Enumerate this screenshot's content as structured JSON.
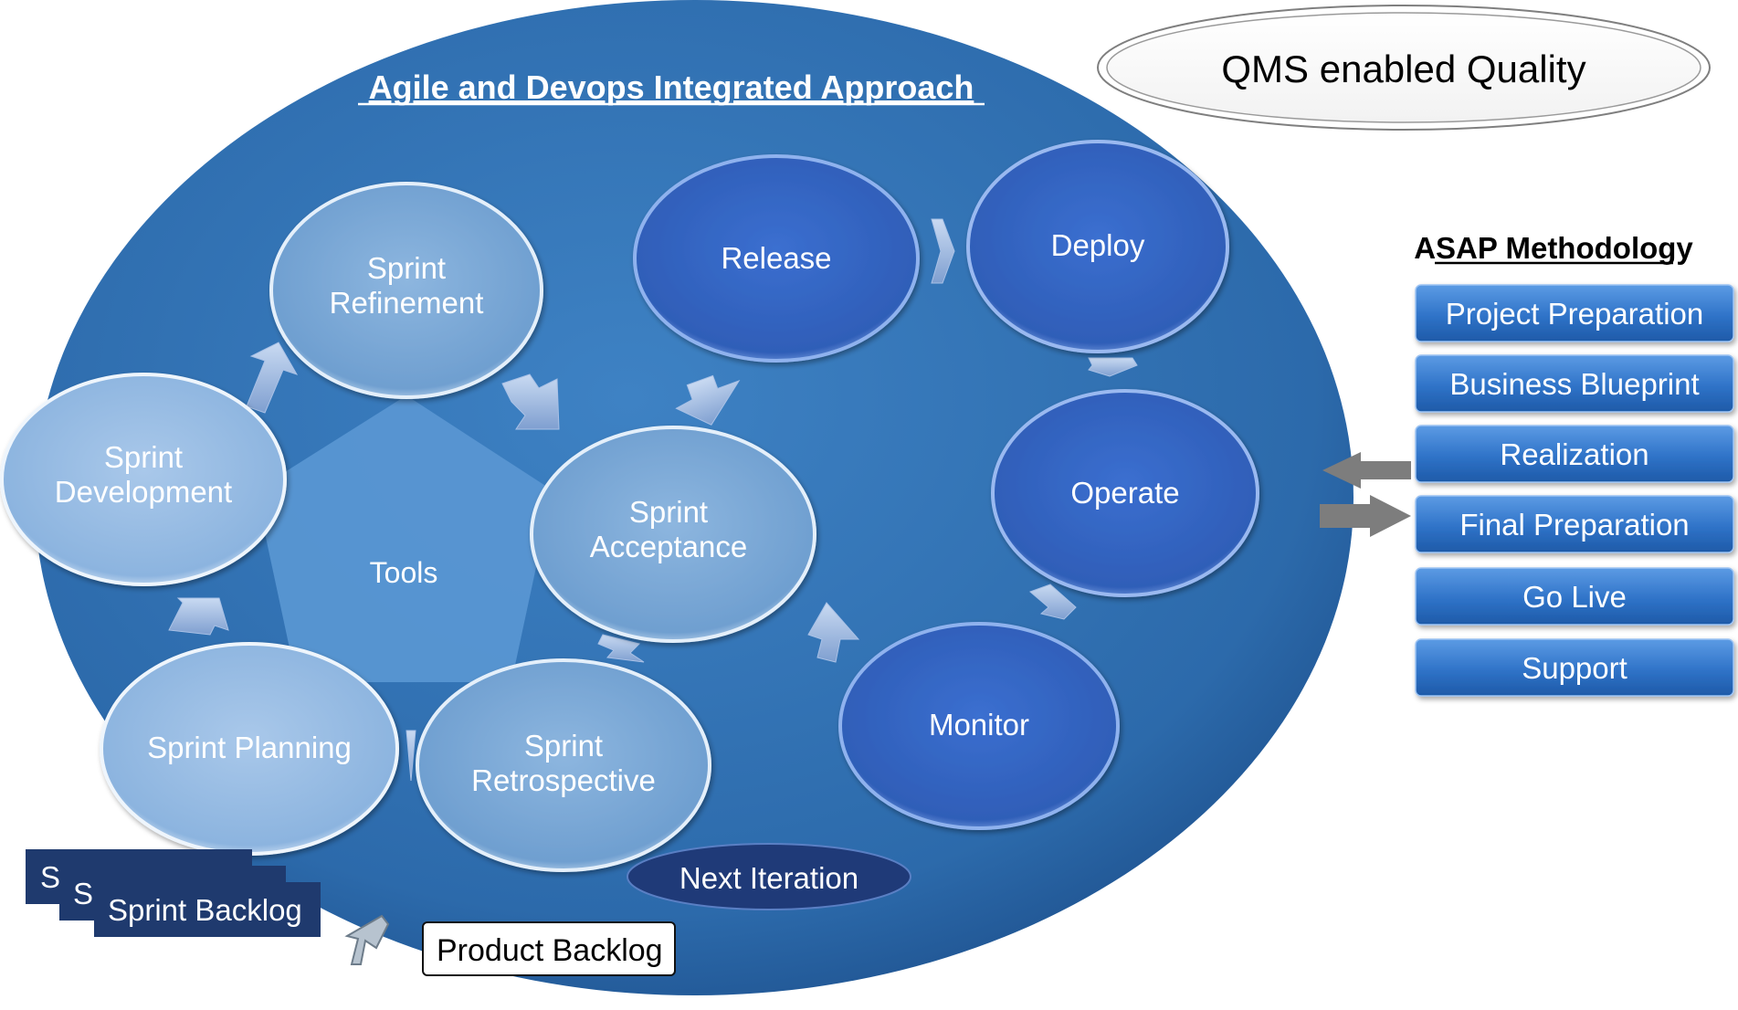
{
  "diagram": {
    "title": "Agile and Devops Integrated Approach",
    "qms_label": "QMS enabled Quality",
    "tools_label": "Tools",
    "agile_nodes": [
      {
        "id": "sprint-refinement",
        "lines": [
          "Sprint",
          "Refinement"
        ]
      },
      {
        "id": "sprint-development",
        "lines": [
          "Sprint",
          "Development"
        ]
      },
      {
        "id": "sprint-acceptance",
        "lines": [
          "Sprint",
          "Acceptance"
        ]
      },
      {
        "id": "sprint-planning",
        "lines": [
          "Sprint Planning"
        ]
      },
      {
        "id": "sprint-retrospective",
        "lines": [
          "Sprint",
          "Retrospective"
        ]
      }
    ],
    "devops_nodes": [
      {
        "id": "release",
        "lines": [
          "Release"
        ]
      },
      {
        "id": "deploy",
        "lines": [
          "Deploy"
        ]
      },
      {
        "id": "operate",
        "lines": [
          "Operate"
        ]
      },
      {
        "id": "monitor",
        "lines": [
          "Monitor"
        ]
      }
    ],
    "next_iteration": "Next Iteration",
    "sprint_backlogs": [
      "S",
      "S",
      "Sprint Backlog"
    ],
    "product_backlog": "Product Backlog",
    "asap": {
      "title": "ASAP Methodology",
      "phases": [
        "Project Preparation",
        "Business Blueprint",
        "Realization",
        "Final Preparation",
        "Go Live",
        "Support"
      ]
    },
    "colors": {
      "outer_ellipse": "#2f6fae",
      "agile_node": "#7aa8d6",
      "devops_node": "#3565c2",
      "pentagon": "#5b9bd5",
      "asap_box": "#3a7fd0",
      "backlog_box": "#1f3a6e",
      "next_iteration": "#1f3a78"
    }
  }
}
